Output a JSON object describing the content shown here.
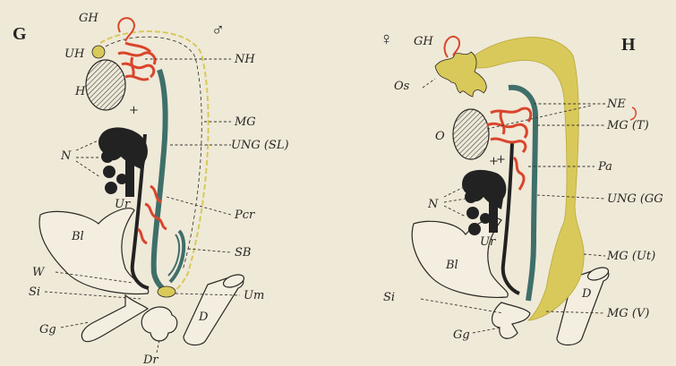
{
  "figure_left": {
    "panel_letter": "G",
    "sex_symbol": "♂",
    "labels": {
      "gh": "GH",
      "uh": "UH",
      "h": "H",
      "n": "N",
      "ur": "Ur",
      "bl": "Bl",
      "w": "W",
      "si": "Si",
      "gg": "Gg",
      "dr": "Dr",
      "nh": "NH",
      "mg": "MG",
      "ung": "UNG (SL)",
      "pcr": "Pcr",
      "sb": "SB",
      "um": "Um",
      "d": "D"
    }
  },
  "figure_right": {
    "panel_letter": "H",
    "sex_symbol": "♀",
    "labels": {
      "gh": "GH",
      "os": "Os",
      "o": "O",
      "n": "N",
      "ur": "Ur",
      "bl": "Bl",
      "si": "Si",
      "gg": "Gg",
      "ne": "NE",
      "mg_t": "MG (T)",
      "pa": "Pa",
      "ung": "UNG (GG",
      "mg_ut": "MG (Ut)",
      "mg_v": "MG (V)",
      "d": "D"
    }
  },
  "colors": {
    "background": "#efe9d8",
    "kidney_red": "#d9452c",
    "duct_teal": "#3f6f6a",
    "mullerian_yellow": "#d8c95a",
    "ink": "#2a2522"
  }
}
